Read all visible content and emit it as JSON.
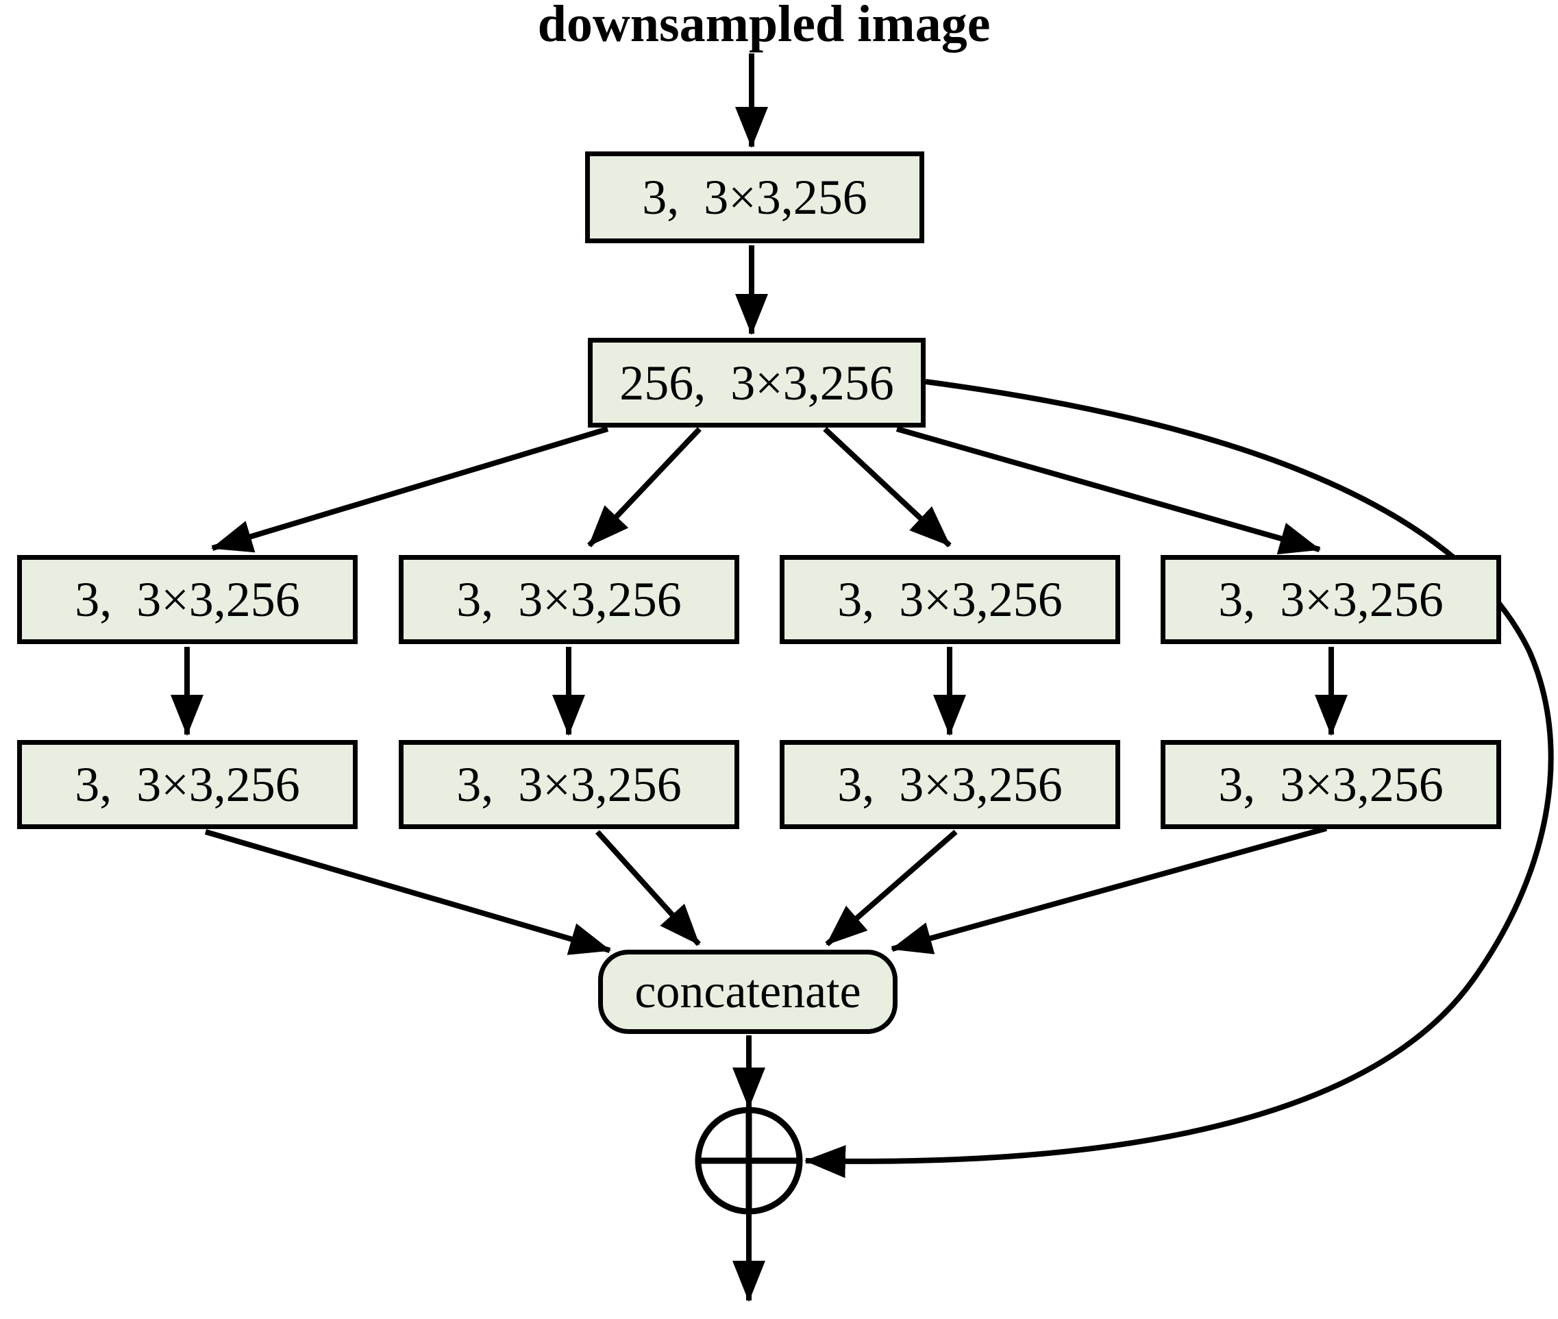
{
  "title": "downsampled image",
  "colors": {
    "background": "#ffffff",
    "box_fill": "#e8efe1",
    "box_border": "#000000",
    "line": "#000000"
  },
  "nodes": {
    "input_conv": {
      "label": "3,  3×3,256"
    },
    "expand_conv": {
      "label": "256,  3×3,256"
    },
    "branches": [
      {
        "top": "3,  3×3,256",
        "bottom": "3,  3×3,256"
      },
      {
        "top": "3,  3×3,256",
        "bottom": "3,  3×3,256"
      },
      {
        "top": "3,  3×3,256",
        "bottom": "3,  3×3,256"
      },
      {
        "top": "3,  3×3,256",
        "bottom": "3,  3×3,256"
      }
    ],
    "merge": {
      "label": "concatenate"
    },
    "sum": {
      "icon": "circle-plus-elementwise-add"
    }
  }
}
